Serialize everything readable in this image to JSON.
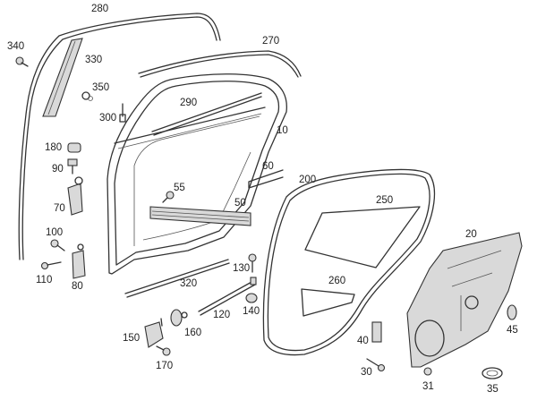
{
  "diagram": {
    "title": "Rear door exploded parts diagram",
    "callouts": [
      {
        "id": "c280",
        "label": "280"
      },
      {
        "id": "c340",
        "label": "340"
      },
      {
        "id": "c330",
        "label": "330"
      },
      {
        "id": "c350",
        "label": "350"
      },
      {
        "id": "c300",
        "label": "300"
      },
      {
        "id": "c270",
        "label": "270"
      },
      {
        "id": "c290",
        "label": "290"
      },
      {
        "id": "c10",
        "label": "10"
      },
      {
        "id": "c180",
        "label": "180"
      },
      {
        "id": "c90",
        "label": "90"
      },
      {
        "id": "c70",
        "label": "70"
      },
      {
        "id": "c55",
        "label": "55"
      },
      {
        "id": "c60",
        "label": "60"
      },
      {
        "id": "c200",
        "label": "200"
      },
      {
        "id": "c250",
        "label": "250"
      },
      {
        "id": "c50",
        "label": "50"
      },
      {
        "id": "c100",
        "label": "100"
      },
      {
        "id": "c110",
        "label": "110"
      },
      {
        "id": "c80",
        "label": "80"
      },
      {
        "id": "c130",
        "label": "130"
      },
      {
        "id": "c320",
        "label": "320"
      },
      {
        "id": "c260",
        "label": "260"
      },
      {
        "id": "c20",
        "label": "20"
      },
      {
        "id": "c140",
        "label": "140"
      },
      {
        "id": "c120",
        "label": "120"
      },
      {
        "id": "c150",
        "label": "150"
      },
      {
        "id": "c160",
        "label": "160"
      },
      {
        "id": "c170",
        "label": "170"
      },
      {
        "id": "c40",
        "label": "40"
      },
      {
        "id": "c45",
        "label": "45"
      },
      {
        "id": "c30",
        "label": "30"
      },
      {
        "id": "c31",
        "label": "31"
      },
      {
        "id": "c35",
        "label": "35"
      }
    ]
  }
}
